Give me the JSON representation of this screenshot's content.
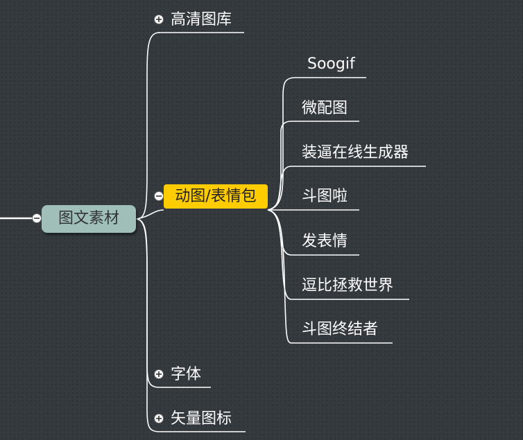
{
  "mindmap": {
    "root": {
      "label": "图文素材"
    },
    "branches": [
      {
        "label": "高清图库",
        "collapsed": true
      },
      {
        "label": "动图/表情包",
        "collapsed": false,
        "highlight_color": "#ffcc00",
        "children": [
          "Soogif",
          "微配图",
          "装逼在线生成器",
          "斗图啦",
          "发表情",
          "逗比拯救世界",
          "斗图终结者"
        ]
      },
      {
        "label": "字体",
        "collapsed": true
      },
      {
        "label": "矢量图标",
        "collapsed": true
      }
    ]
  },
  "colors": {
    "background": "#353a3f",
    "connector": "#ffffff",
    "root_fill": "#9fbfb8",
    "highlight": "#ffcc00"
  }
}
